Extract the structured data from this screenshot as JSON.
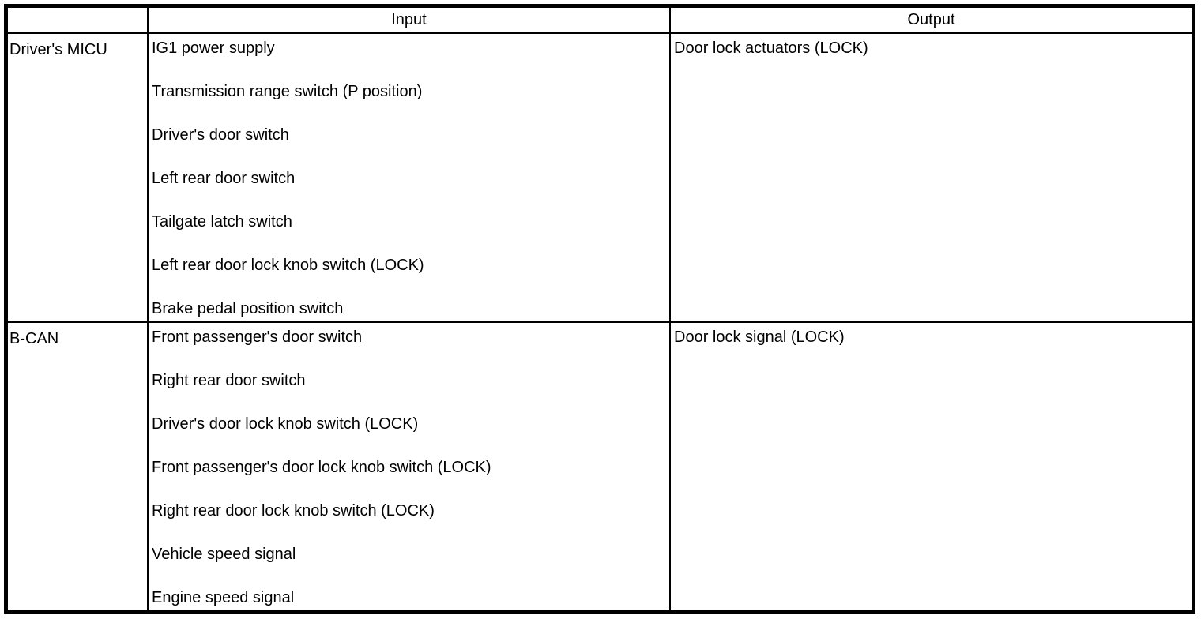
{
  "table": {
    "header": {
      "corner": "",
      "input": "Input",
      "output": "Output"
    },
    "rows": [
      {
        "label": "Driver's MICU",
        "inputs": [
          "IG1 power supply",
          "Transmission range switch (P position)",
          "Driver's door switch",
          "Left rear door switch",
          "Tailgate latch switch",
          "Left rear door lock knob switch (LOCK)",
          "Brake pedal position switch"
        ],
        "outputs": [
          "Door lock actuators (LOCK)"
        ]
      },
      {
        "label": "B-CAN",
        "inputs": [
          "Front passenger's door switch",
          "Right rear door switch",
          "Driver's door lock knob switch (LOCK)",
          "Front passenger's door lock knob switch (LOCK)",
          "Right rear door lock knob switch (LOCK)",
          "Vehicle speed signal",
          "Engine speed signal"
        ],
        "outputs": [
          "Door lock signal (LOCK)"
        ]
      }
    ],
    "colors": {
      "border": "#000000",
      "background": "#ffffff",
      "text": "#000000"
    }
  }
}
